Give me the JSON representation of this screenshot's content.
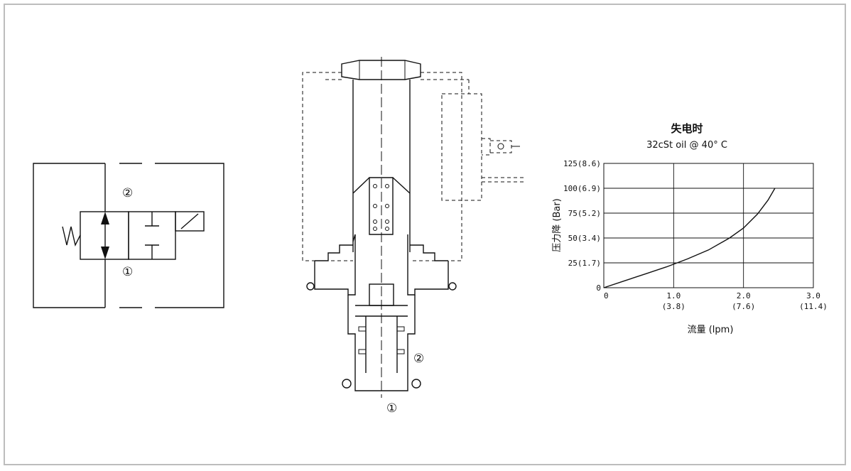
{
  "schematic": {
    "port_top": "②",
    "port_bottom": "①",
    "spring_label": "W"
  },
  "section": {
    "port_side": "②",
    "port_bottom": "①"
  },
  "chart_data": {
    "type": "line",
    "title": "失电时",
    "subtitle": "32cSt oil @ 40°  C",
    "xlabel": "流量 (lpm)",
    "ylabel": "压力降 (Bar)",
    "x_ticks": [
      {
        "value": 0,
        "label": "0",
        "sub": ""
      },
      {
        "value": 1.0,
        "label": "1.0",
        "sub": "(3.8)"
      },
      {
        "value": 2.0,
        "label": "2.0",
        "sub": "(7.6)"
      },
      {
        "value": 3.0,
        "label": "3.0",
        "sub": "(11.4)"
      }
    ],
    "y_ticks": [
      {
        "value": 0,
        "label": "0"
      },
      {
        "value": 25,
        "label": "25(1.7)"
      },
      {
        "value": 50,
        "label": "50(3.4)"
      },
      {
        "value": 75,
        "label": "75(5.2)"
      },
      {
        "value": 100,
        "label": "100(6.9)"
      },
      {
        "value": 125,
        "label": "125(8.6)"
      }
    ],
    "xlim": [
      0,
      3.0
    ],
    "ylim": [
      0,
      125
    ],
    "grid": true,
    "series": [
      {
        "x": [
          0,
          0.3,
          0.6,
          0.9,
          1.2,
          1.5,
          1.8,
          2.0,
          2.2,
          2.35,
          2.45
        ],
        "y": [
          0,
          7,
          14,
          21,
          29,
          38,
          50,
          60,
          74,
          88,
          100
        ]
      }
    ]
  }
}
